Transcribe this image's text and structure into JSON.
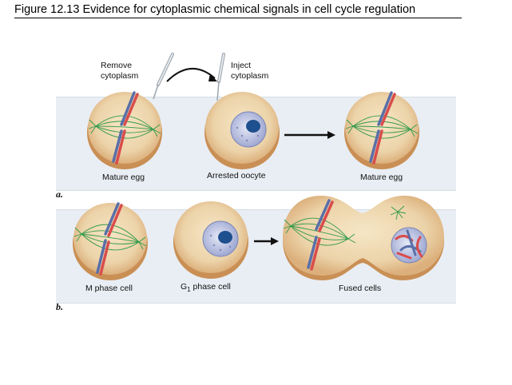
{
  "figure": {
    "title": "Figure 12.13  Evidence for cytoplasmic chemical signals in cell cycle regulation"
  },
  "panel_a": {
    "tag": "a.",
    "remove_label_1": "Remove",
    "remove_label_2": "cytoplasm",
    "inject_label_1": "Inject",
    "inject_label_2": "cytoplasm",
    "left_cell_label": "Mature egg",
    "middle_cell_label": "Arrested oocyte",
    "right_cell_label": "Mature egg"
  },
  "panel_b": {
    "tag": "b.",
    "left_cell_label": "M phase cell",
    "middle_cell_label_main": "G",
    "middle_cell_label_sub": "1",
    "middle_cell_label_rest": " phase cell",
    "right_cell_label": "Fused cells"
  },
  "colors": {
    "panel_bg": "#e9eef4",
    "cell_fill": "#ecd3a9",
    "cell_rim": "#c98f55",
    "spindle": "#2f9a4a",
    "chromosome_blue": "#5a6fa8",
    "chromosome_red": "#d94c4c",
    "nucleus": "#b8bfe0",
    "nucleolus": "#1e4f8f"
  }
}
